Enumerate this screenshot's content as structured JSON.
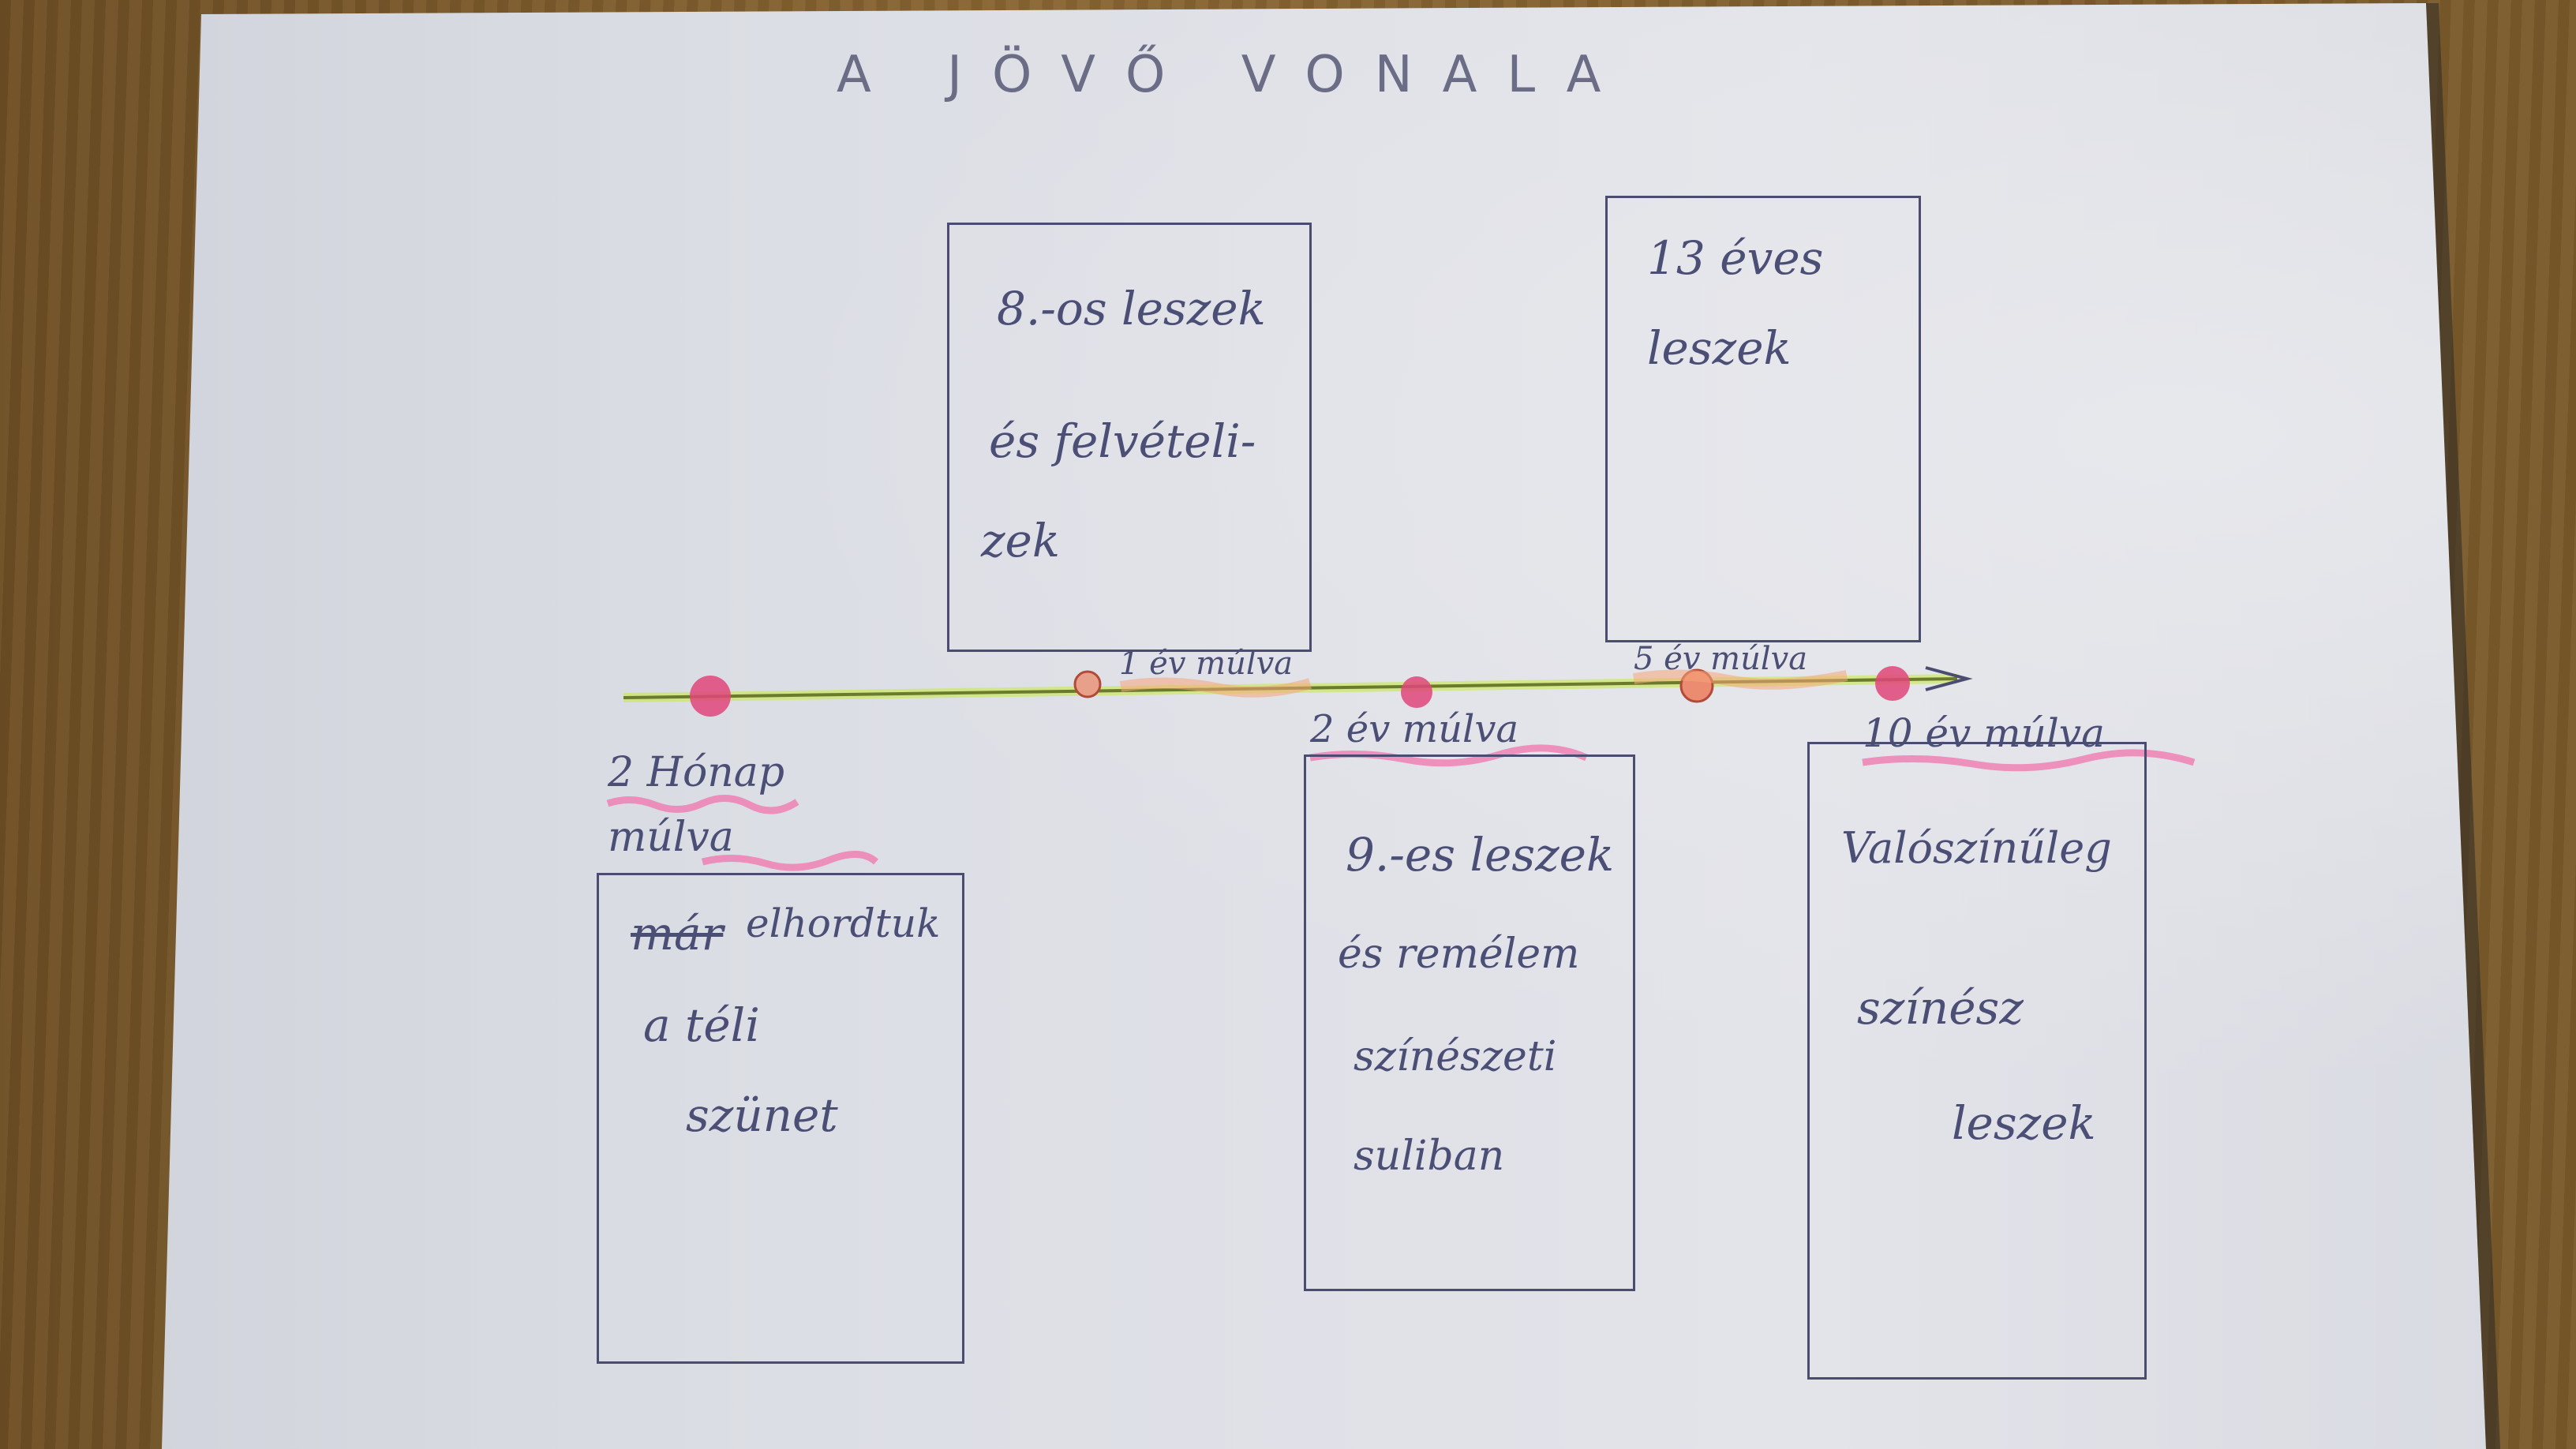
{
  "title": "A JÖVŐ VONALA",
  "timeline": {
    "labels": {
      "m2": "2 Hónap múlva",
      "y1": "1 év múlva",
      "y2": "2 év múlva",
      "y5": "5 év múlva",
      "y10": "10 év múlva"
    },
    "colors": {
      "line": "#b4d84a",
      "dot": "#e0457a",
      "highlight": "#f07ab0"
    }
  },
  "boxes": {
    "m2": {
      "strike": "már",
      "lines": [
        "elhordtuk",
        "a téli",
        "szünet"
      ]
    },
    "y1": {
      "lines": [
        "8.-os leszek",
        "és felvételi-",
        "zek"
      ]
    },
    "y2": {
      "lines": [
        "9.-es leszek",
        "és remélem",
        "színészeti",
        "suliban"
      ]
    },
    "y5": {
      "lines": [
        "13 éves",
        "leszek"
      ]
    },
    "y10": {
      "lines": [
        "Valószínűleg",
        "színész",
        "leszek"
      ]
    }
  }
}
